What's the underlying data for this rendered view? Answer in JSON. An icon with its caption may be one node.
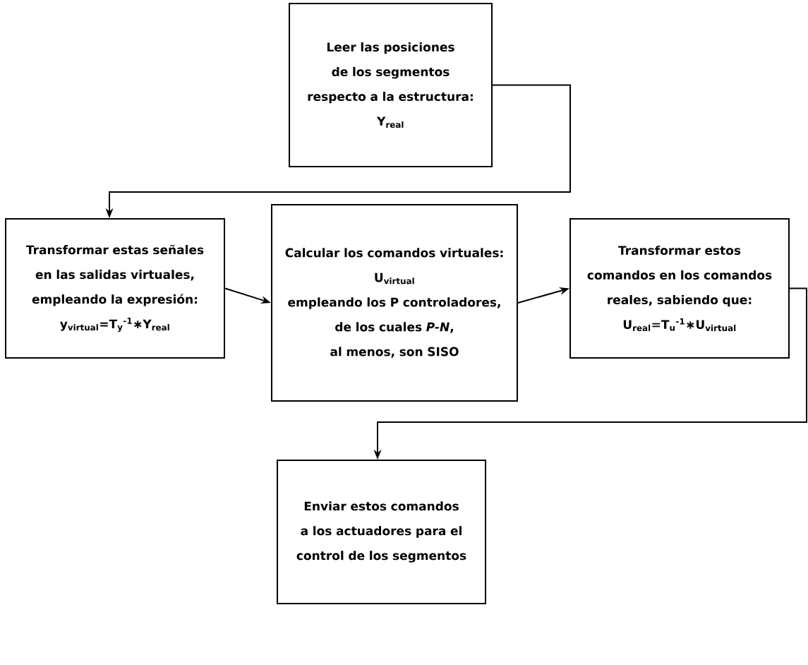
{
  "diagram": {
    "nodes": [
      {
        "text": [
          "Leer las posiciones de los segmentos respecto a la estructura:",
          "Y$_{real}$"
        ]
      },
      {
        "text": [
          "Transformar estas señales en las salidas virtuales, empleando la expresión:",
          "y$_{virtual}$=T$_{y}$$^{-1}$∗Y$_{real}$"
        ]
      },
      {
        "text": [
          "Calcular los comandos virtuales:",
          "U$_{virtual}$",
          "empleando los P controladores, de los cuales *P-N*, al menos, son SISO"
        ]
      },
      {
        "text": [
          "Transformar estos comandos en los comandos reales, sabiendo que:",
          "U$_{real}$=T$_{u}$$^{-1}$∗U$_{virtual}$"
        ]
      },
      {
        "text": [
          "Enviar estos comandos a los actuadores para el control de los segmentos"
        ]
      }
    ],
    "edges": [
      {
        "from": 0,
        "to": 1,
        "arrow": "to"
      },
      {
        "from": 1,
        "to": 2,
        "arrow": "to"
      },
      {
        "from": 2,
        "to": 3,
        "arrow": "to"
      },
      {
        "from": 3,
        "to": 4,
        "arrow": "to"
      }
    ]
  }
}
